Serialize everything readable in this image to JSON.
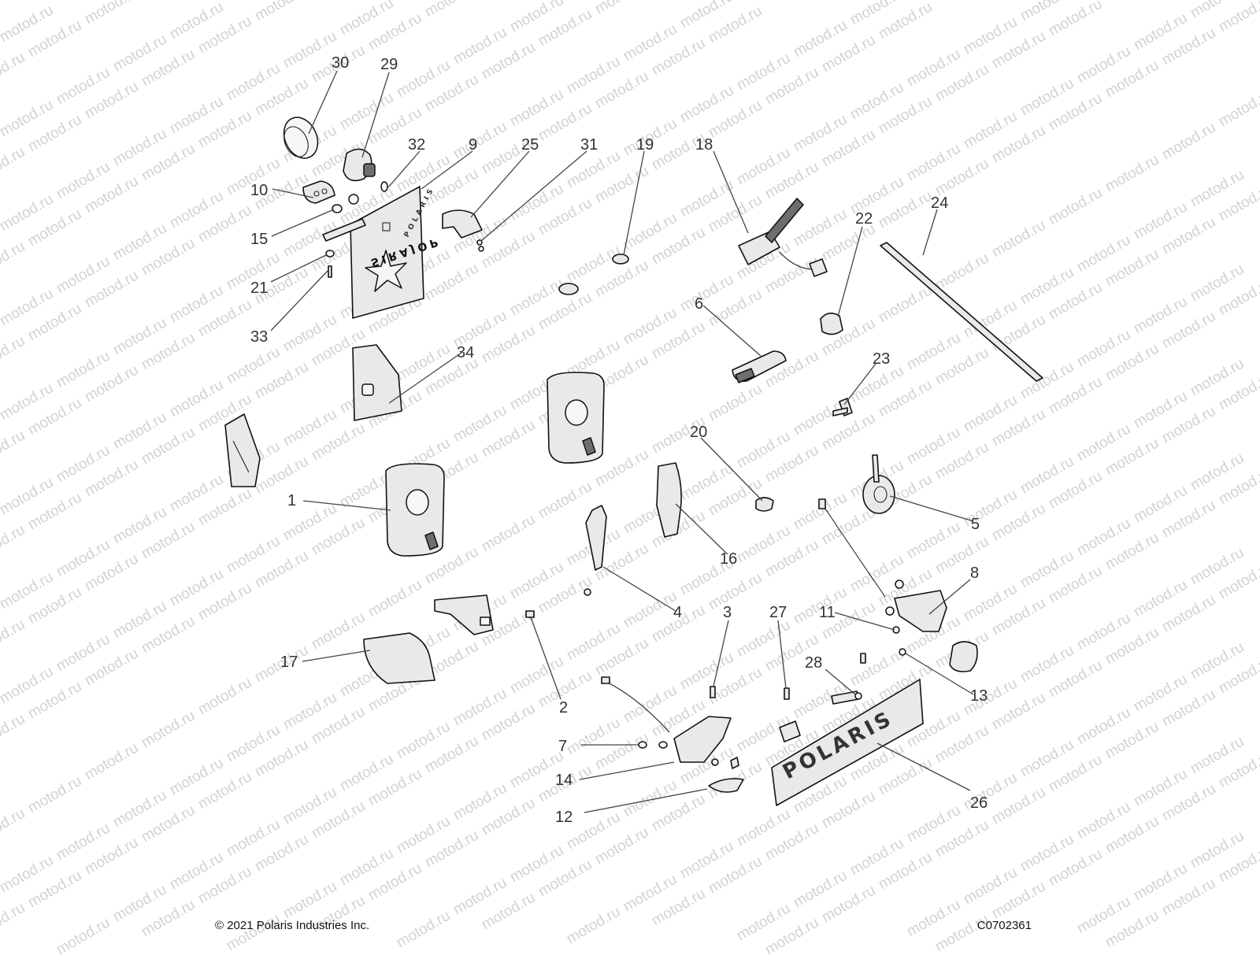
{
  "watermark": "motod.ru",
  "footer": {
    "copyright": "© 2021 Polaris Industries Inc.",
    "drawing_id": "C0702361"
  },
  "branding": {
    "plate_text": "POLARIS",
    "bracket_text": "POLARIS"
  },
  "callouts": [
    "1",
    "2",
    "3",
    "4",
    "5",
    "6",
    "7",
    "8",
    "9",
    "10",
    "11",
    "12",
    "13",
    "14",
    "15",
    "16",
    "17",
    "18",
    "19",
    "20",
    "21",
    "22",
    "23",
    "24",
    "25",
    "26",
    "27",
    "28",
    "29",
    "30",
    "31",
    "32",
    "33",
    "34"
  ]
}
